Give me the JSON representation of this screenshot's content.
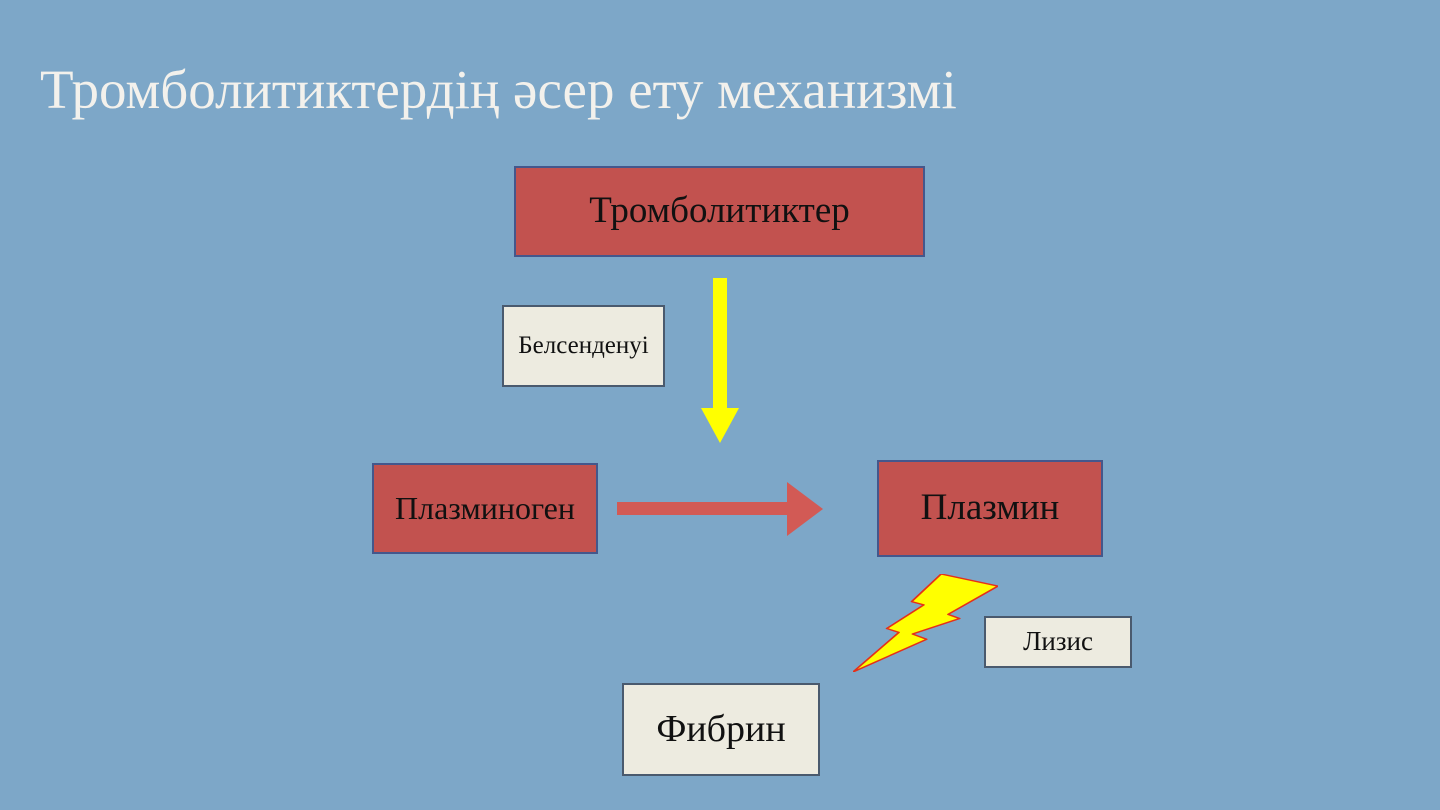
{
  "slide": {
    "title": "Тромболитиктердің әсер ету механизмі"
  },
  "colors": {
    "background": "#7da7c8",
    "title_color": "#f3f1ec",
    "box_text_color": "#111111",
    "red_box_fill": "#c2524f",
    "red_box_border": "#44578c",
    "cream_box_fill": "#edebe0",
    "cream_box_border": "#4a5a6e",
    "yellow_arrow": "#ffff00",
    "red_arrow": "#d25a55",
    "bolt_fill": "#ffff00",
    "bolt_stroke": "#e43019"
  },
  "diagram": {
    "nodes": {
      "thrombolytics": {
        "label": "Тромболитиктер"
      },
      "activation": {
        "label": "Белсенденуі"
      },
      "plasminogen": {
        "label": "Плазминоген"
      },
      "plasmin": {
        "label": "Плазмин"
      },
      "lysis": {
        "label": "Лизис"
      },
      "fibrin": {
        "label": "Фибрин"
      }
    },
    "connectors": {
      "down_arrow": "yellow-down-arrow-icon",
      "right_arrow": "red-right-arrow-icon",
      "lightning": "lightning-bolt-icon"
    }
  }
}
